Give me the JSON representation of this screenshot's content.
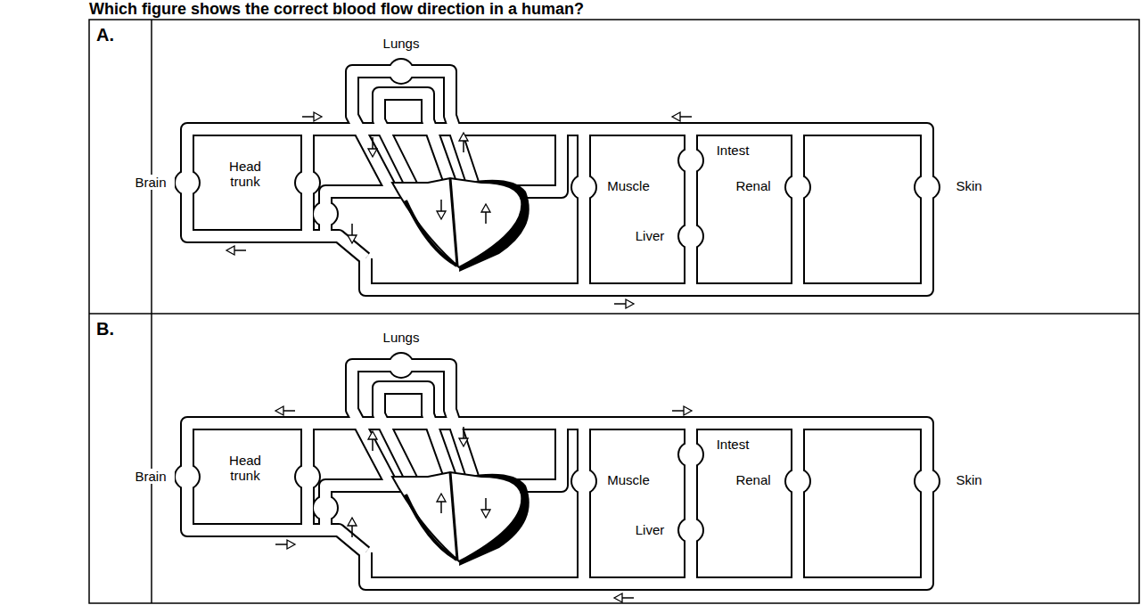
{
  "diagram": {
    "title": "Which figure shows the correct blood flow direction in a human?",
    "nodes": [
      {
        "text": [
          "A."
        ]
      },
      {
        "text": [
          "B."
        ]
      }
    ],
    "labels": [
      "Lungs",
      "Brain",
      "Head trunk",
      "Muscle",
      "Liver",
      "Intest",
      "Renal",
      "Skin",
      "Lungs",
      "Brain",
      "Head trunk",
      "Muscle",
      "Liver",
      "Intest",
      "Renal",
      "Skin"
    ]
  }
}
